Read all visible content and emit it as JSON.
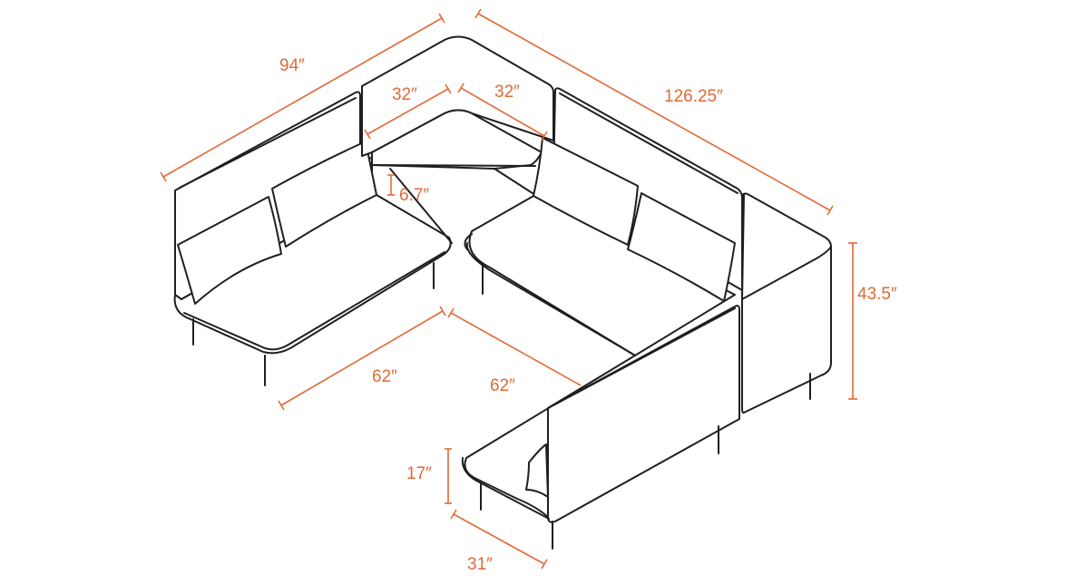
{
  "dimensions": {
    "left_width": "94″",
    "right_width": "126.25″",
    "corner_left": "32″",
    "corner_right": "32″",
    "corner_table_height": "6.7″",
    "total_height": "43.5″",
    "inner_left": "62″",
    "inner_right": "62″",
    "seat_height": "17″",
    "seat_depth": "31″"
  },
  "colors": {
    "dimension": "#e06a35",
    "outline": "#1f1f1f"
  }
}
